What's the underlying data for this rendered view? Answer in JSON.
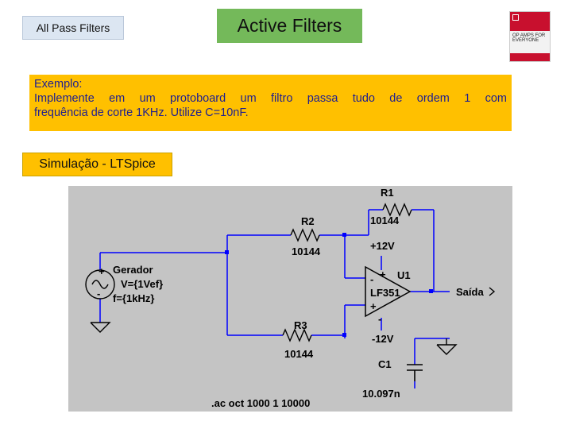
{
  "header": {
    "left_tag": "All Pass Filters",
    "title": "Active Filters",
    "book_cover": {
      "line1": "OP AMPS FOR",
      "line2": "EVERYONE"
    }
  },
  "exemplo": {
    "heading": "Exemplo:",
    "line1": "Implemente em um protoboard  um filtro passa tudo de ordem 1 com",
    "line2": "frequência de corte 1KHz.  Utilize C=10nF."
  },
  "simulation": {
    "label": "Simulação - LTSpice",
    "schematic": {
      "r1_label": "R1",
      "r1_value": "10144",
      "r2_label": "R2",
      "r2_value": "10144",
      "r3_label": "R3",
      "r3_value": "10144",
      "c1_label": "C1",
      "c1_value": "10.097n",
      "source_name": "Gerador",
      "source_v": "V={1Vef}",
      "source_f": "f={1kHz}",
      "opamp_label": "U1",
      "opamp_model": "LF351",
      "vpos": "+12V",
      "vneg": "-12V",
      "output_label": "Saída",
      "directive": ".ac oct 1000 1 10000",
      "minus_sign": "-",
      "plus_sign": "+"
    }
  },
  "colors": {
    "green_title": "#74b95a",
    "yellow_box": "#ffc000",
    "blue_tag": "#dce6f2",
    "schematic_bg": "#c4c4c4",
    "wire_blue": "#0000ff",
    "text_blue": "#1f1f8f"
  }
}
